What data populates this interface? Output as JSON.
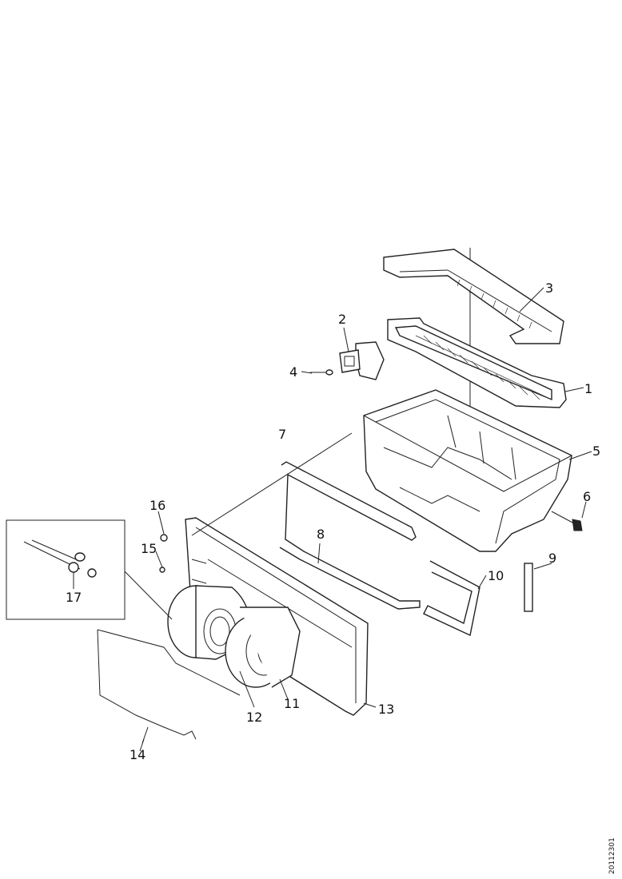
{
  "diagram": {
    "callouts": [
      {
        "id": "1",
        "label": "1"
      },
      {
        "id": "2",
        "label": "2"
      },
      {
        "id": "3",
        "label": "3"
      },
      {
        "id": "4",
        "label": "4"
      },
      {
        "id": "5",
        "label": "5"
      },
      {
        "id": "6",
        "label": "6"
      },
      {
        "id": "7",
        "label": "7"
      },
      {
        "id": "8",
        "label": "8"
      },
      {
        "id": "9",
        "label": "9"
      },
      {
        "id": "10",
        "label": "10"
      },
      {
        "id": "11",
        "label": "11"
      },
      {
        "id": "12",
        "label": "12"
      },
      {
        "id": "13",
        "label": "13"
      },
      {
        "id": "14",
        "label": "14"
      },
      {
        "id": "15",
        "label": "15"
      },
      {
        "id": "16",
        "label": "16"
      },
      {
        "id": "17",
        "label": "17"
      }
    ],
    "drawing_code": "20112301"
  }
}
